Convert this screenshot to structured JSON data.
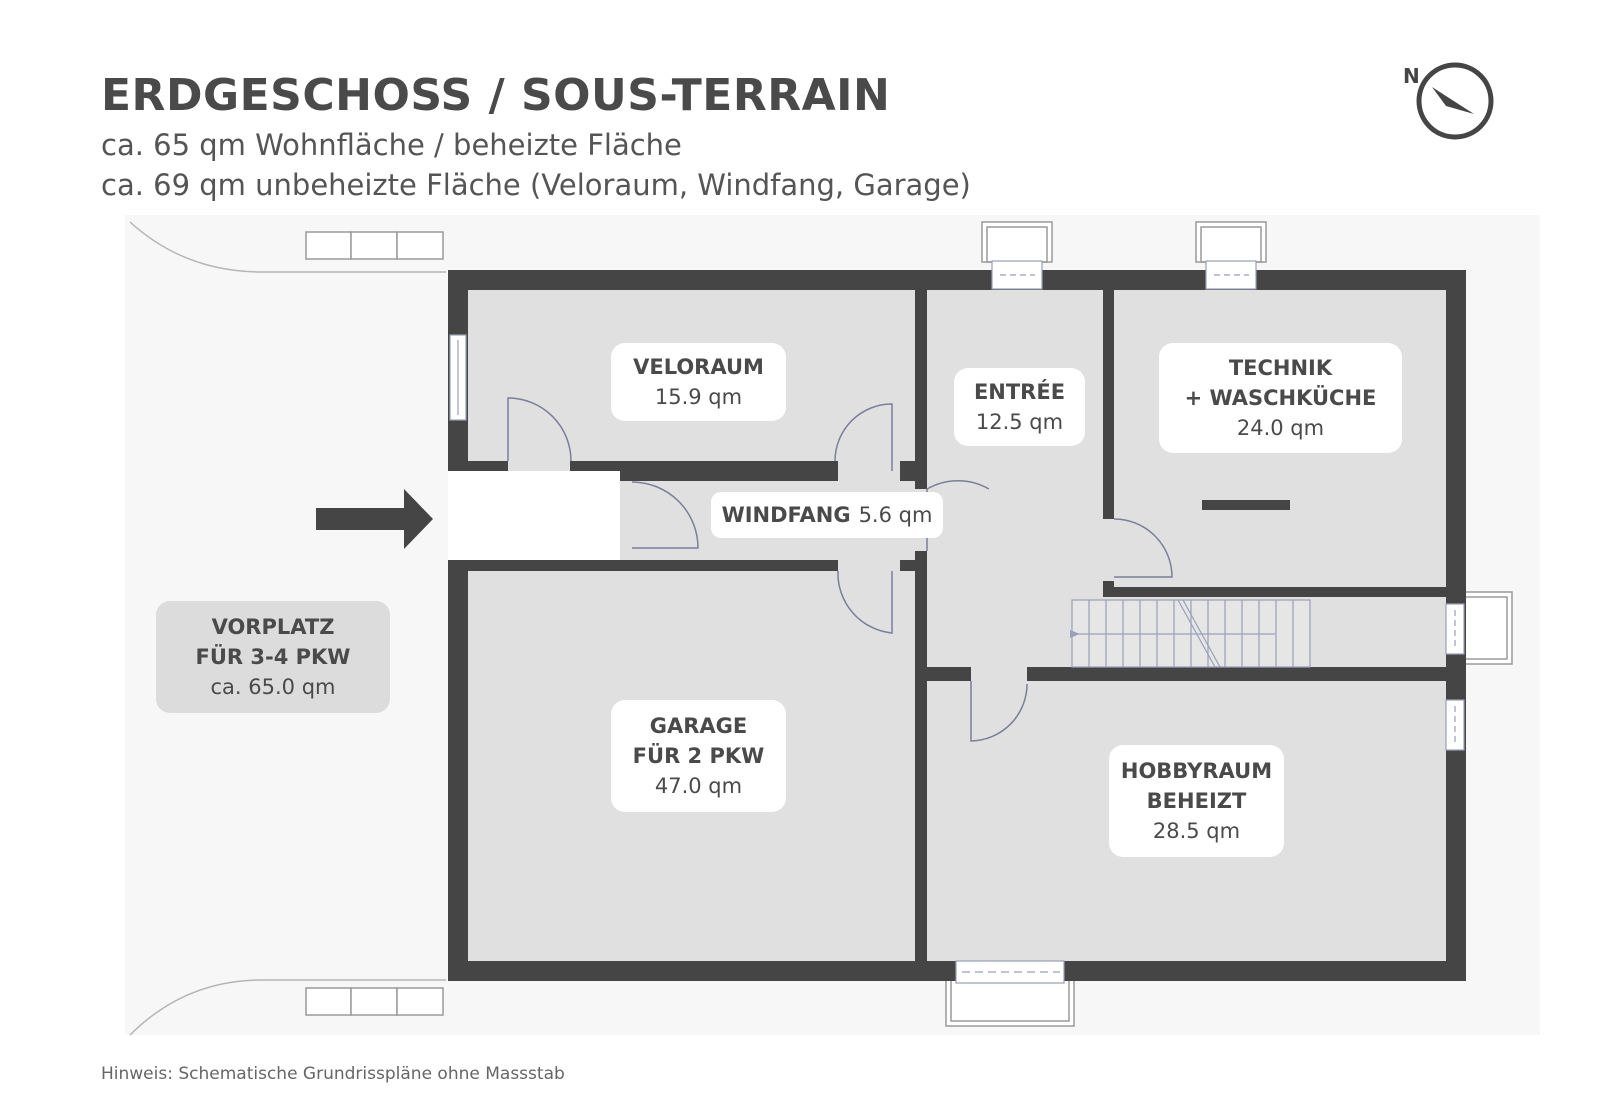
{
  "header": {
    "title": "ERDGESCHOSS / SOUS-TERRAIN",
    "subtitle_1": "ca. 65 qm Wohnfläche / beheizte Fläche",
    "subtitle_2": "ca. 69 qm unbeheizte Fläche (Veloraum, Windfang, Garage)"
  },
  "compass": {
    "label": "N",
    "icon": "compass-icon"
  },
  "rooms": {
    "veloraum": {
      "name": "VELORAUM",
      "area": "15.9 qm"
    },
    "entree": {
      "name": "ENTRÉE",
      "area": "12.5 qm"
    },
    "technik": {
      "name_1": "TECHNIK",
      "name_2": "+ WASCHKÜCHE",
      "area": "24.0 qm"
    },
    "windfang": {
      "name": "WINDFANG",
      "area": "5.6 qm"
    },
    "vorplatz": {
      "name_1": "VORPLATZ",
      "name_2": "FÜR 3-4 PKW",
      "area": "ca. 65.0 qm"
    },
    "garage": {
      "name_1": "GARAGE",
      "name_2": "FÜR 2 PKW",
      "area": "47.0 qm"
    },
    "hobbyraum": {
      "name_1": "HOBBYRAUM",
      "name_2": "BEHEIZT",
      "area": "28.5 qm"
    }
  },
  "entrance_arrow": {
    "icon": "arrow-right-icon"
  },
  "footnote": "Hinweis: Schematische Grundrisspläne ohne Massstab",
  "colors": {
    "wall": "#454545",
    "floor": "#e0e0e0",
    "outdoor": "#f7f7f7",
    "text": "#4a4a4a",
    "door_line": "#7a7f9a"
  }
}
